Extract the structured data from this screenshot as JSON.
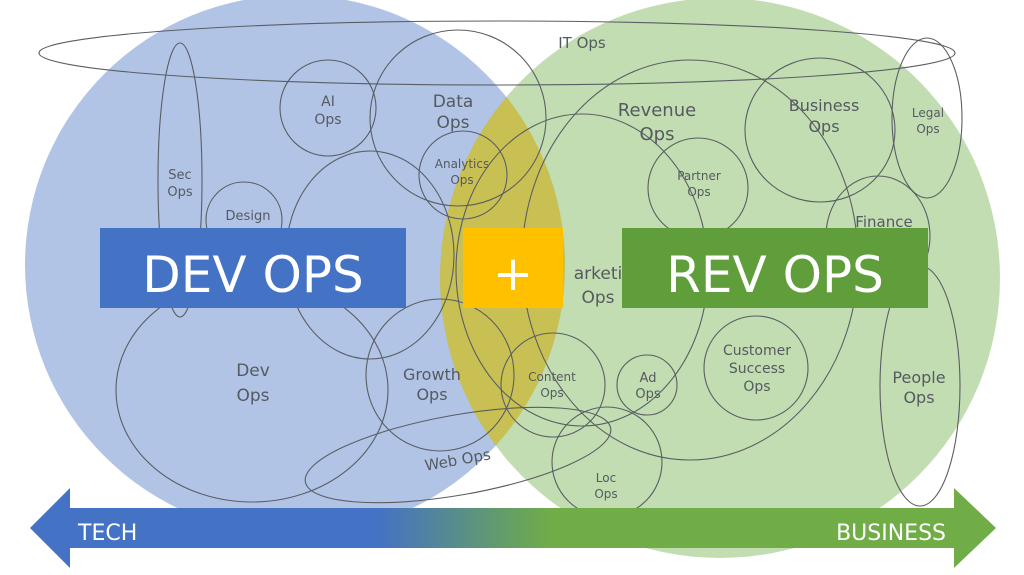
{
  "colors": {
    "tech_blue": "#4472c4",
    "business_green": "#70ad47",
    "overlap_yellow": "#ffc000",
    "dev_box": "#4472c4",
    "rev_box": "#5f9e3a"
  },
  "banner": {
    "left": "DEV OPS",
    "plus": "+",
    "right": "REV OPS"
  },
  "arrow": {
    "left": "TECH",
    "right": "BUSINESS"
  },
  "labels": {
    "it_ops": "IT Ops",
    "ai_ops": [
      "AI",
      "Ops"
    ],
    "data_ops": [
      "Data",
      "Ops"
    ],
    "analytics_ops": [
      "Analytics",
      "Ops"
    ],
    "sec_ops": [
      "Sec",
      "Ops"
    ],
    "design": "Design",
    "dev_ops": [
      "Dev",
      "Ops"
    ],
    "growth_ops": [
      "Growth",
      "Ops"
    ],
    "web_ops": "Web Ops",
    "content_ops": [
      "Content",
      "Ops"
    ],
    "marketing_ops": [
      "arketi",
      "Ops"
    ],
    "revenue_ops": [
      "Revenue",
      "Ops"
    ],
    "partner_ops": [
      "Partner",
      "Ops"
    ],
    "business_ops": [
      "Business",
      "Ops"
    ],
    "legal_ops": [
      "Legal",
      "Ops"
    ],
    "finance": "Finance",
    "customer_success_ops": [
      "Customer",
      "Success",
      "Ops"
    ],
    "ad_ops": [
      "Ad",
      "Ops"
    ],
    "people_ops": [
      "People",
      "Ops"
    ],
    "loc_ops": [
      "Loc",
      "Ops"
    ]
  }
}
